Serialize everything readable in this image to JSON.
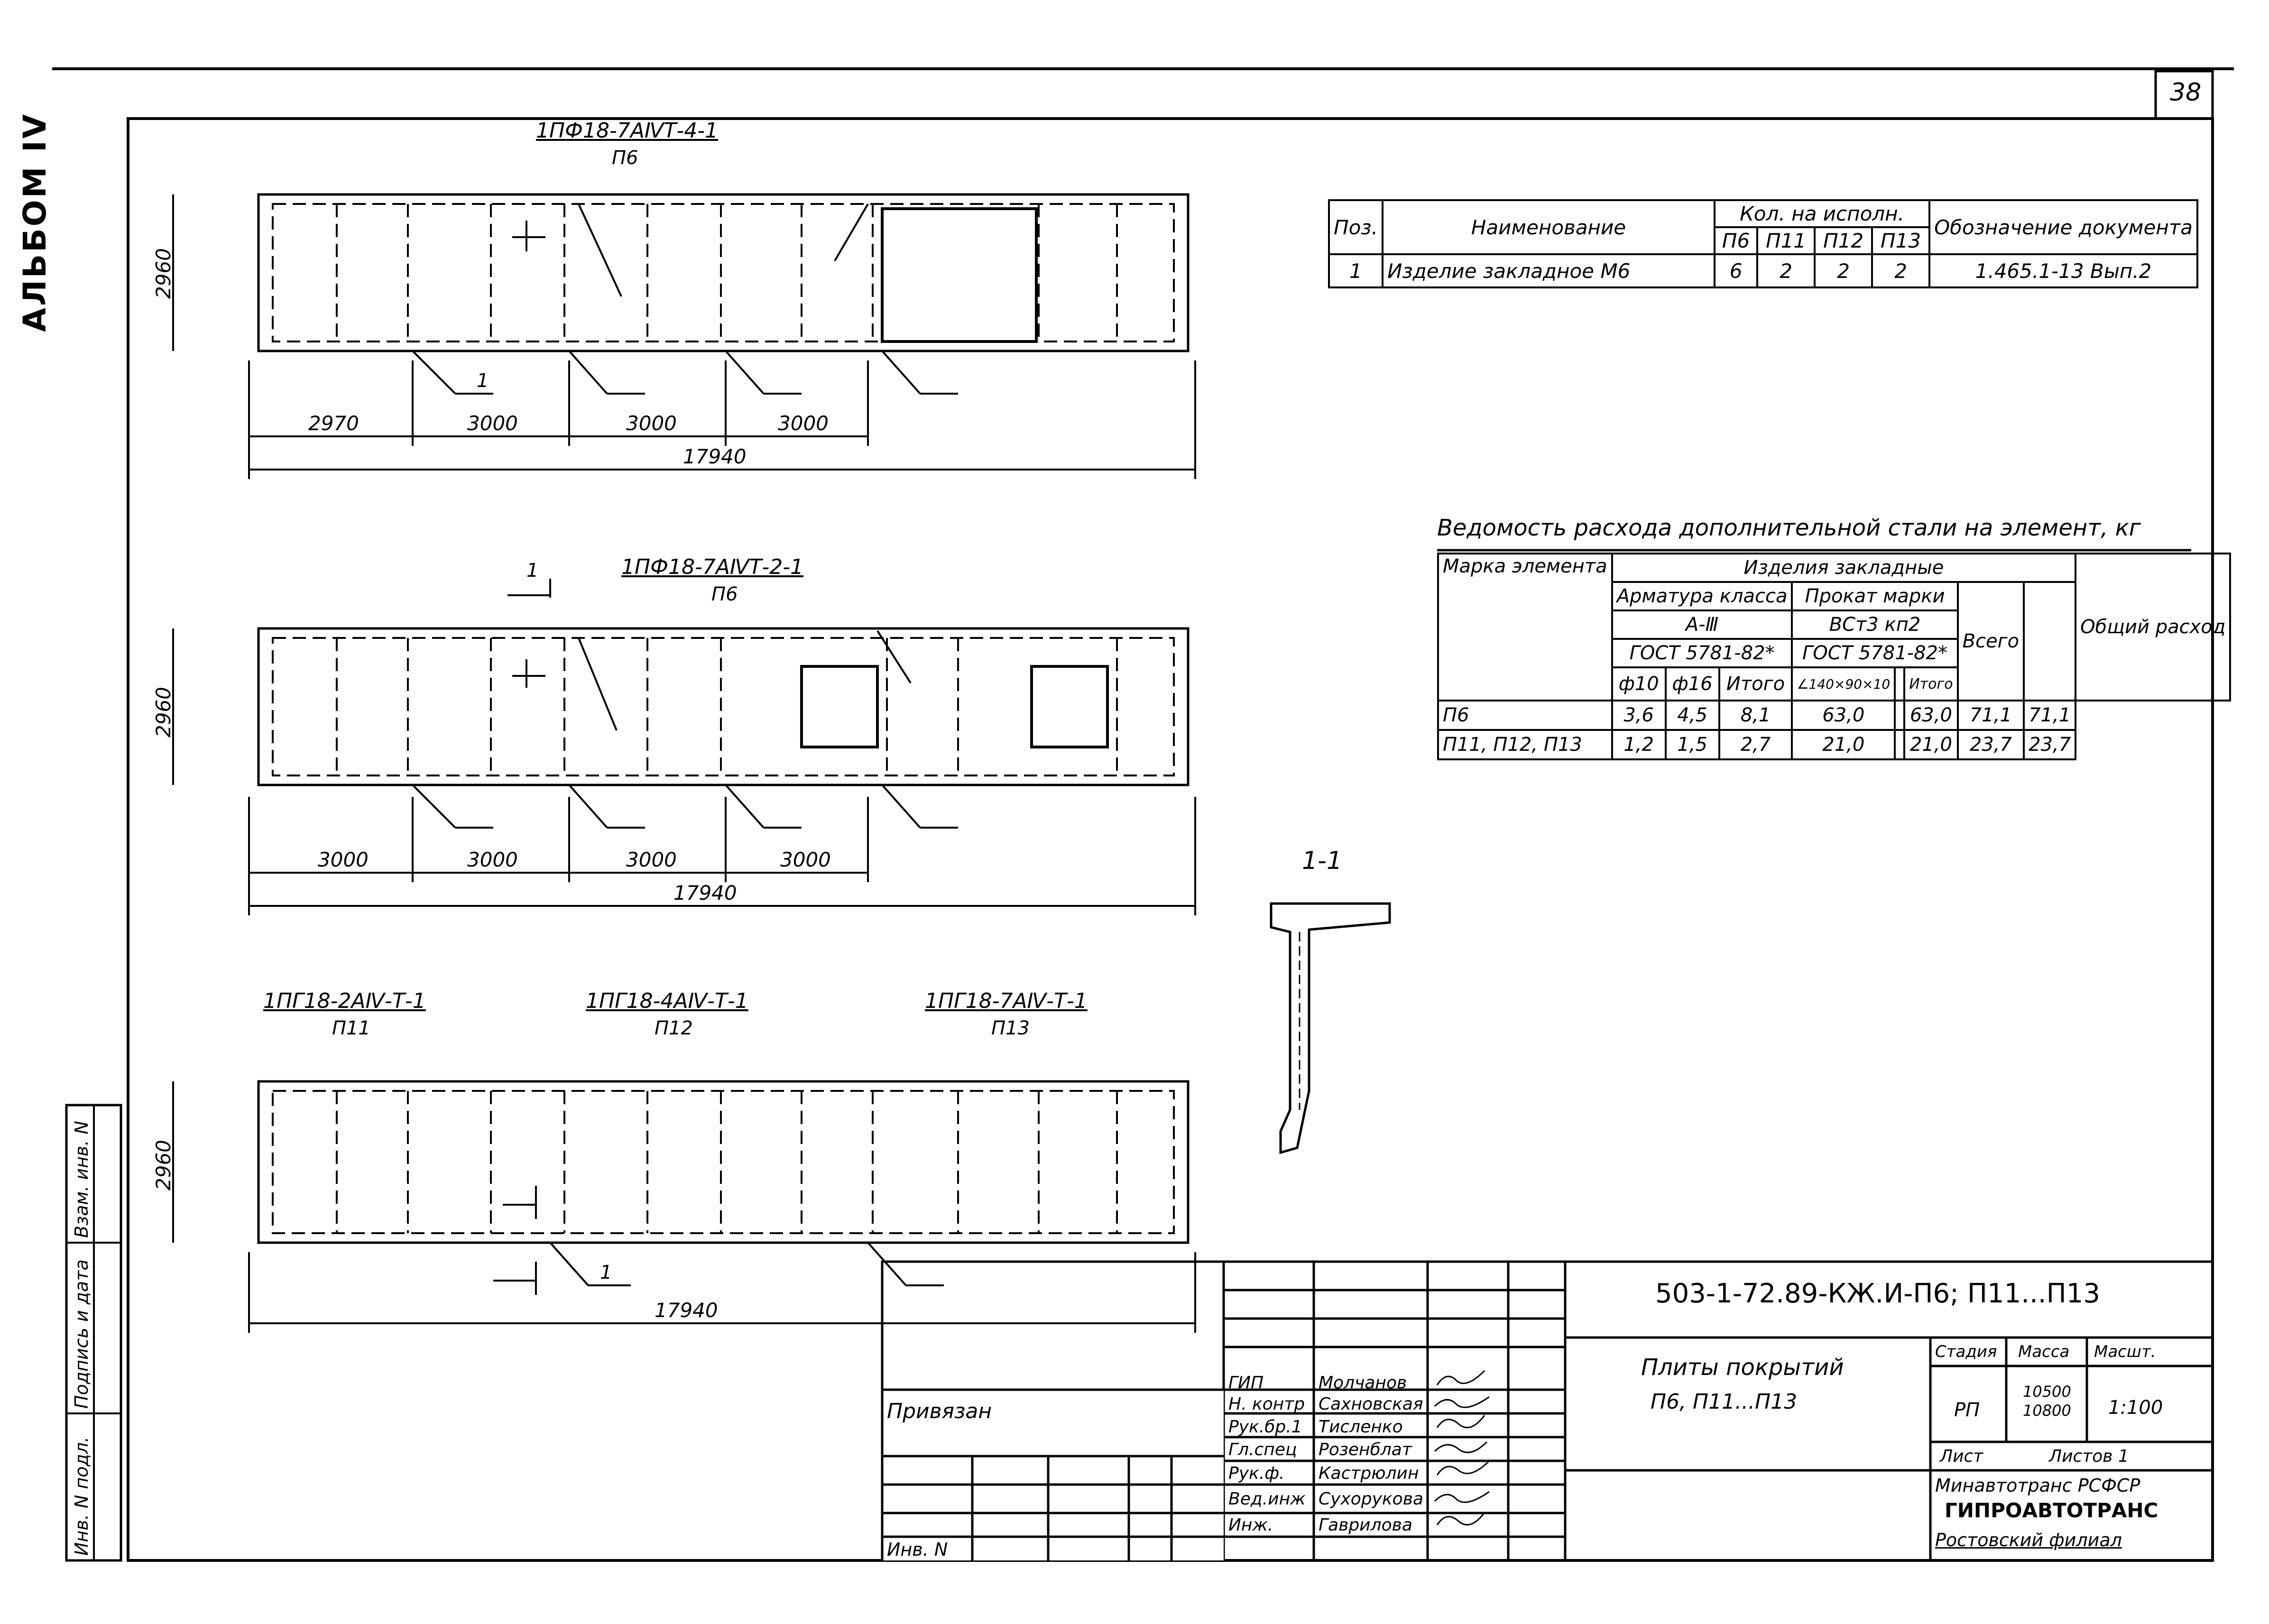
{
  "sheet": {
    "number": "38",
    "album": "АЛЬБОМ IV",
    "side_labels": [
      "Инв. N подл.",
      "Подпись и дата",
      "Взам. инв. N"
    ]
  },
  "plan1": {
    "mark": "1ПФ18-7АⅣТ-4-1",
    "name": "П6",
    "width_dim": "2960",
    "spans": [
      "2970",
      "3000",
      "3000",
      "3000"
    ],
    "total": "17940",
    "callout": "1"
  },
  "plan2": {
    "mark": "1ПФ18-7АⅣТ-2-1",
    "name": "П6",
    "width_dim": "2960",
    "spans": [
      "3000",
      "3000",
      "3000",
      "3000"
    ],
    "total": "17940",
    "callout": "1"
  },
  "plan3": {
    "marks": [
      {
        "mark": "1ПГ18-2АⅣ-Т-1",
        "name": "П11"
      },
      {
        "mark": "1ПГ18-4АⅣ-Т-1",
        "name": "П12"
      },
      {
        "mark": "1ПГ18-7АⅣ-Т-1",
        "name": "П13"
      }
    ],
    "width_dim": "2960",
    "total": "17940",
    "callout": "1"
  },
  "section": {
    "label": "1-1"
  },
  "spec_table": {
    "headers": {
      "pos": "Поз.",
      "name": "Наименование",
      "qty": "Кол. на испoлн.",
      "doc": "Обозначение документа",
      "variants": [
        "П6",
        "П11",
        "П12",
        "П13"
      ]
    },
    "rows": [
      {
        "pos": "1",
        "name": "Изделие закладное М6",
        "qty": [
          "6",
          "2",
          "2",
          "2"
        ],
        "doc": "1.465.1-13 Вып.2"
      }
    ]
  },
  "steel_table": {
    "title": "Ведомость расхода дополнительной стали на элемент, кг",
    "headers": {
      "mark": "Марка элемента",
      "group": "Изделия закладные",
      "rebar": "Арматура класса",
      "rebar_class": "А-Ⅲ",
      "rebar_std": "ГОСТ 5781-82*",
      "rolled": "Прокат марки",
      "rolled_grade": "ВСт3 кп2",
      "rolled_std": "ГОСТ 5781-82*",
      "d10": "ф10",
      "d16": "ф16",
      "subtotal": "Итого",
      "angle": "∠140×90×10",
      "subtotal2": "Итого",
      "total": "Всего",
      "overall": "Общий расход"
    },
    "rows": [
      {
        "mark": "П6",
        "d10": "3,6",
        "d16": "4,5",
        "sub": "8,1",
        "angle": "63,0",
        "blank": "",
        "sub2": "63,0",
        "total": "71,1",
        "overall": "71,1"
      },
      {
        "mark": "П11, П12, П13",
        "d10": "1,2",
        "d16": "1,5",
        "sub": "2,7",
        "angle": "21,0",
        "blank": "",
        "sub2": "21,0",
        "total": "23,7",
        "overall": "23,7"
      }
    ]
  },
  "title_block": {
    "code": "503-1-72.89-КЖ.И-П6; П11...П13",
    "title": "Плиты покрытий",
    "subtitle": "П6, П11...П13",
    "stage_label": "Стадия",
    "mass_label": "Масса",
    "scale_label": "Масшт.",
    "stage": "РП",
    "mass": [
      "10500",
      "10800"
    ],
    "scale": "1:100",
    "sheet_label": "Лист",
    "sheets_label": "Листов 1",
    "org": [
      "Минавтотранс РСФСР",
      "ГИПРОАВТОТРАНС",
      "Ростовский филиал"
    ],
    "bound": "Привязан",
    "inv": "Инв. N",
    "staff": [
      {
        "role": "ГИП",
        "name": "Молчанов"
      },
      {
        "role": "Н. контр",
        "name": "Сахновская"
      },
      {
        "role": "Рук.бр.1",
        "name": "Тисленко"
      },
      {
        "role": "Гл.спец",
        "name": "Розенблат"
      },
      {
        "role": "Рук.ф.",
        "name": "Кастрюлин"
      },
      {
        "role": "Вед.инж",
        "name": "Сухорукова"
      },
      {
        "role": "Инж.",
        "name": "Гаврилова"
      }
    ]
  }
}
